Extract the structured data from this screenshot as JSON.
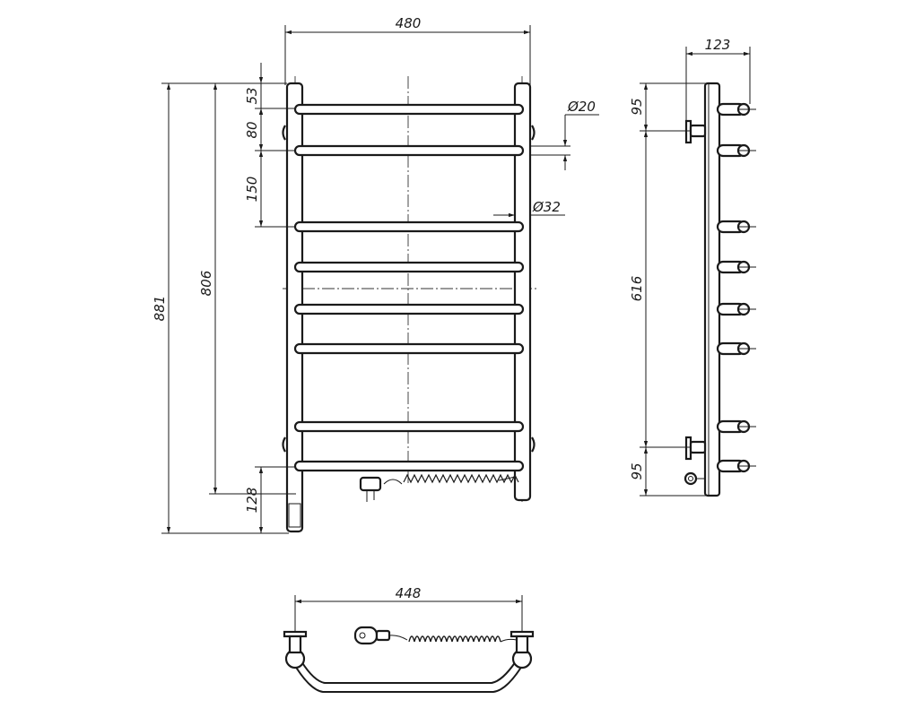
{
  "dimensions": {
    "width_top": "480",
    "width_bottom": "448",
    "depth": "123",
    "height_total": "881",
    "height_centers": "806",
    "offset_top": "53",
    "first_pitch": "80",
    "second_pitch": "150",
    "bottom_offset": "128",
    "tube_dia_small": "Ø20",
    "tube_dia_large": "Ø32",
    "mount_top": "95",
    "mount_span": "616",
    "mount_bottom": "95"
  }
}
